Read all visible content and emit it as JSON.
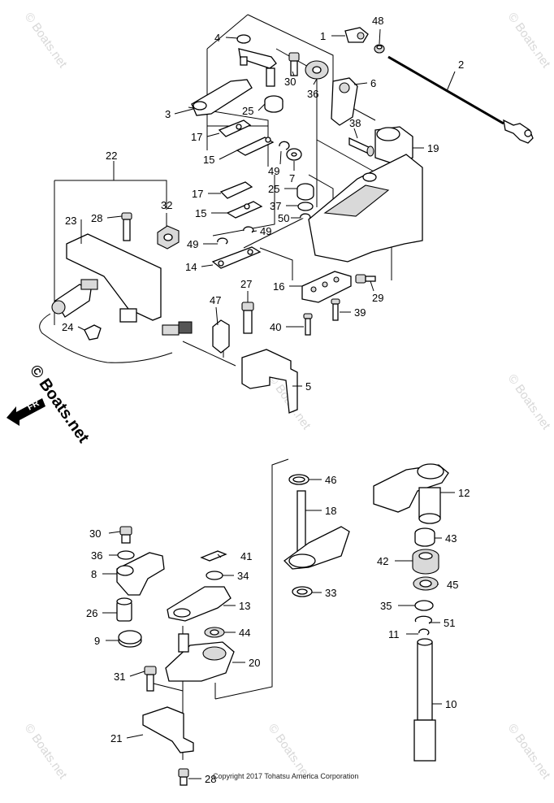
{
  "diagram": {
    "callouts": [
      {
        "id": "c1",
        "label": "1"
      },
      {
        "id": "c2",
        "label": "2"
      },
      {
        "id": "c3",
        "label": "3"
      },
      {
        "id": "c4",
        "label": "4"
      },
      {
        "id": "c5",
        "label": "5"
      },
      {
        "id": "c6",
        "label": "6"
      },
      {
        "id": "c7",
        "label": "7"
      },
      {
        "id": "c8",
        "label": "8"
      },
      {
        "id": "c9",
        "label": "9"
      },
      {
        "id": "c10",
        "label": "10"
      },
      {
        "id": "c11",
        "label": "11"
      },
      {
        "id": "c12",
        "label": "12"
      },
      {
        "id": "c13",
        "label": "13"
      },
      {
        "id": "c14",
        "label": "14"
      },
      {
        "id": "c15a",
        "label": "15"
      },
      {
        "id": "c15b",
        "label": "15"
      },
      {
        "id": "c16",
        "label": "16"
      },
      {
        "id": "c17a",
        "label": "17"
      },
      {
        "id": "c17b",
        "label": "17"
      },
      {
        "id": "c18",
        "label": "18"
      },
      {
        "id": "c19",
        "label": "19"
      },
      {
        "id": "c20",
        "label": "20"
      },
      {
        "id": "c21",
        "label": "21"
      },
      {
        "id": "c22",
        "label": "22"
      },
      {
        "id": "c23",
        "label": "23"
      },
      {
        "id": "c24",
        "label": "24"
      },
      {
        "id": "c25a",
        "label": "25"
      },
      {
        "id": "c25b",
        "label": "25"
      },
      {
        "id": "c26",
        "label": "26"
      },
      {
        "id": "c27",
        "label": "27"
      },
      {
        "id": "c28a",
        "label": "28"
      },
      {
        "id": "c28b",
        "label": "28"
      },
      {
        "id": "c29",
        "label": "29"
      },
      {
        "id": "c30a",
        "label": "30"
      },
      {
        "id": "c30b",
        "label": "30"
      },
      {
        "id": "c31",
        "label": "31"
      },
      {
        "id": "c32",
        "label": "32"
      },
      {
        "id": "c33",
        "label": "33"
      },
      {
        "id": "c34",
        "label": "34"
      },
      {
        "id": "c35",
        "label": "35"
      },
      {
        "id": "c36a",
        "label": "36"
      },
      {
        "id": "c36b",
        "label": "36"
      },
      {
        "id": "c37",
        "label": "37"
      },
      {
        "id": "c38",
        "label": "38"
      },
      {
        "id": "c39",
        "label": "39"
      },
      {
        "id": "c40",
        "label": "40"
      },
      {
        "id": "c41",
        "label": "41"
      },
      {
        "id": "c42",
        "label": "42"
      },
      {
        "id": "c43",
        "label": "43"
      },
      {
        "id": "c44",
        "label": "44"
      },
      {
        "id": "c45",
        "label": "45"
      },
      {
        "id": "c46",
        "label": "46"
      },
      {
        "id": "c47",
        "label": "47"
      },
      {
        "id": "c48",
        "label": "48"
      },
      {
        "id": "c49a",
        "label": "49"
      },
      {
        "id": "c49b",
        "label": "49"
      },
      {
        "id": "c49c",
        "label": "49"
      },
      {
        "id": "c50",
        "label": "50"
      },
      {
        "id": "c51",
        "label": "51"
      }
    ],
    "front_arrow_label": "FR",
    "copyright": "Copyright 2017 Tohatsu America Corporation",
    "watermark_side": "© Boats.net",
    "watermark_faint": "© Boats.net"
  }
}
